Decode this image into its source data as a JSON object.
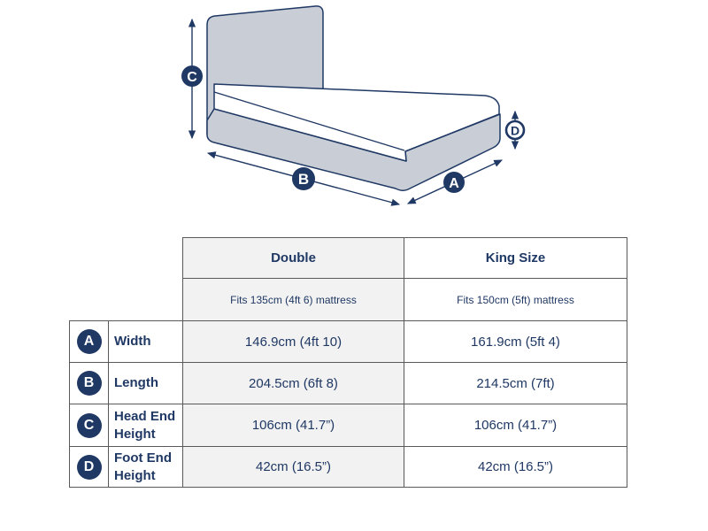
{
  "colors": {
    "navy": "#1F3864",
    "bed_fill": "#C9CED6",
    "cell_gray": "#F2F2F2",
    "border_gray": "#595959"
  },
  "diagram": {
    "description": "Bed with headboard, mattress and divan base, annotated with dimension arrows",
    "labels": {
      "width": "A",
      "length": "B",
      "head_height": "C",
      "foot_height": "D"
    }
  },
  "table": {
    "columns": [
      {
        "key": "double",
        "header": "Double",
        "subheader": "Fits 135cm (4ft 6) mattress"
      },
      {
        "key": "king",
        "header": "King Size",
        "subheader": "Fits 150cm (5ft) mattress"
      }
    ],
    "rows": [
      {
        "badge": "A",
        "label": "Width",
        "double": "146.9cm (4ft 10)",
        "king": "161.9cm (5ft 4)"
      },
      {
        "badge": "B",
        "label": "Length",
        "double": "204.5cm (6ft 8)",
        "king": "214.5cm (7ft)"
      },
      {
        "badge": "C",
        "label": "Head End Height",
        "double": "106cm (41.7”)",
        "king": "106cm (41.7”)"
      },
      {
        "badge": "D",
        "label": "Foot End Height",
        "double": "42cm (16.5”)",
        "king": "42cm (16.5”)"
      }
    ]
  }
}
